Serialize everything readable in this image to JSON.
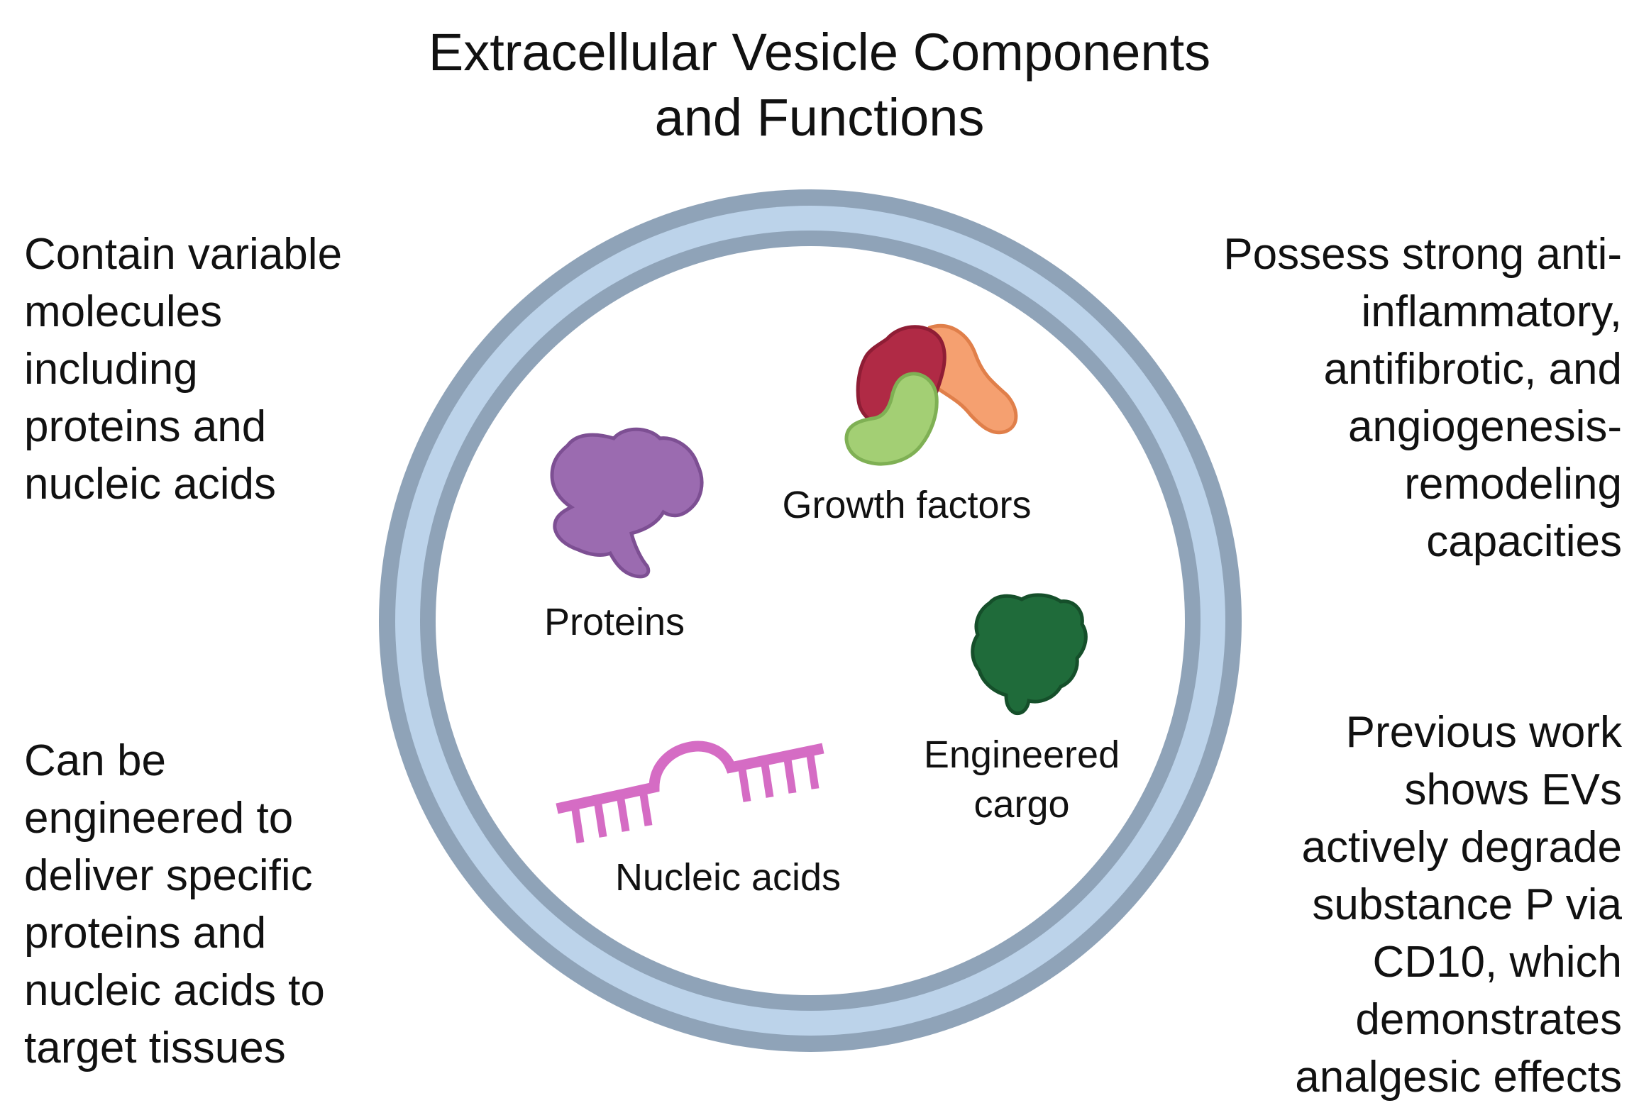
{
  "title": "Extracellular Vesicle Components\nand Functions",
  "left_top": "Contain variable\nmolecules\nincluding\nproteins and\nnucleic acids",
  "left_bottom": "Can be\nengineered to\ndeliver specific\nproteins and\nnucleic acids to\ntarget tissues",
  "right_top": "Possess strong anti-\ninflammatory,\nantifibrotic, and\nangiogenesis-\nremodeling\ncapacities",
  "right_bottom": "Previous work\nshows EVs\nactively degrade\nsubstance P via\nCD10, which\ndemonstrates\nanalgesic effects",
  "components": {
    "growth_factors": "Growth factors",
    "proteins": "Proteins",
    "engineered_cargo_line1": "Engineered",
    "engineered_cargo_line2": "cargo",
    "nucleic_acids": "Nucleic acids"
  },
  "colors": {
    "membrane_outer": "#8fa3b8",
    "membrane_inner": "#bcd3ea",
    "protein": "#9b6bb0",
    "growth_factor_red": "#b02a45",
    "growth_factor_orange": "#f5a070",
    "growth_factor_green": "#a3cf74",
    "engineered_cargo": "#1f6b3a",
    "nucleic_acid": "#d56cc4"
  },
  "icons": [
    "protein-icon",
    "growth-factor-icon",
    "engineered-cargo-icon",
    "nucleic-acid-icon",
    "vesicle-membrane"
  ]
}
